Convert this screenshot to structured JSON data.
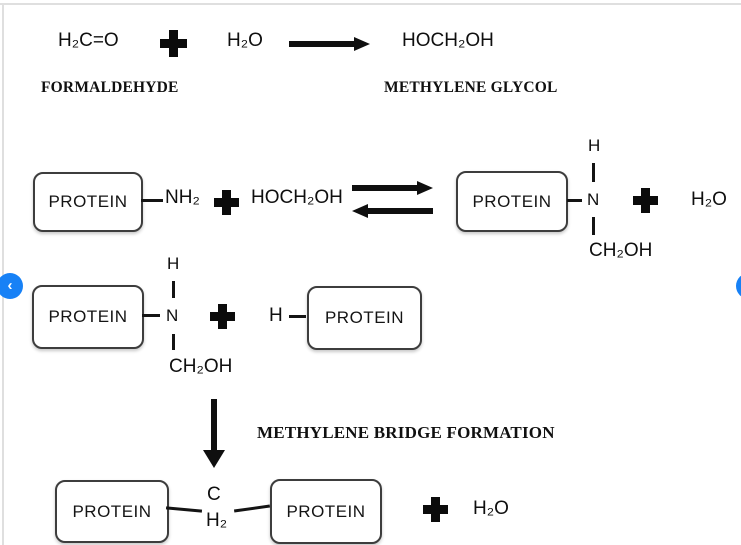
{
  "ui": {
    "colors": {
      "accent_blue": "#1781f6",
      "ink": "#0f0f0f",
      "edge_gray": "#dfdfdf"
    },
    "carousel": {
      "prev_glyph": "‹",
      "next_glyph": "›"
    },
    "icons": {
      "plus": "plus-cross",
      "forward_arrow": "right-arrow",
      "equilibrium_arrows": "double-harpoon",
      "down_arrow": "down-arrow"
    }
  },
  "step1": {
    "formaldehyde": "H₂C=O",
    "water": "H₂O",
    "product": "HOCH₂OH",
    "formaldehyde_label": "FORMALDEHYDE",
    "product_label": "METHYLENE GLYCOL"
  },
  "step2": {
    "protein_left": "PROTEIN",
    "amine": "NH₂",
    "glycol": "HOCH₂OH",
    "protein_right": "PROTEIN",
    "h_top": "H",
    "n": "N",
    "ch2oh": "CH₂OH",
    "water": "H₂O"
  },
  "step3": {
    "protein_left": "PROTEIN",
    "h_top": "H",
    "n": "N",
    "ch2oh": "CH₂OH",
    "h": "H",
    "protein_right": "PROTEIN"
  },
  "step4": {
    "label": "METHYLENE BRIDGE FORMATION",
    "protein_left": "PROTEIN",
    "carbon": "C",
    "h2": "H₂",
    "protein_right": "PROTEIN",
    "water": "H₂O"
  }
}
